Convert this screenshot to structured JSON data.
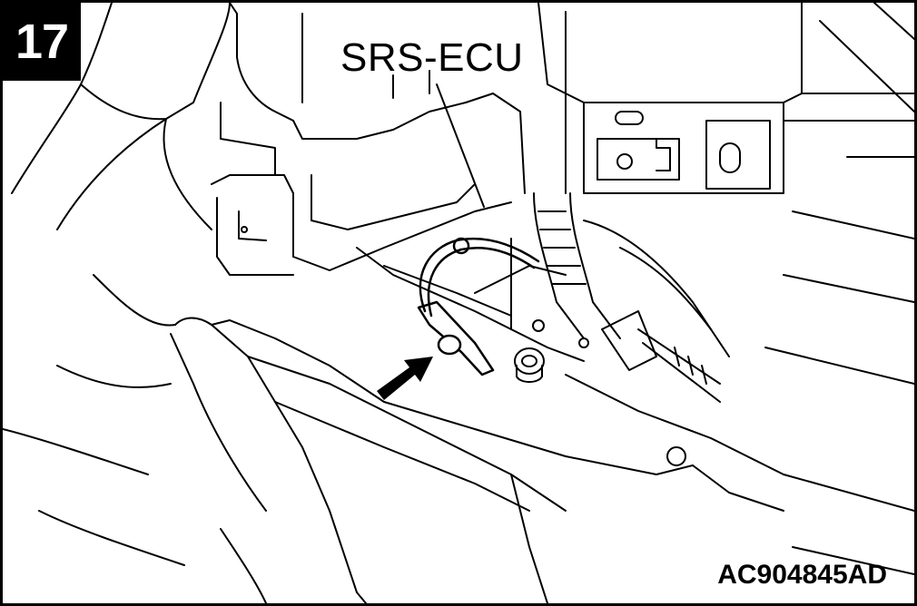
{
  "figure": {
    "step_number": "17",
    "callout_label": "SRS-ECU",
    "figure_code": "AC904845AD"
  }
}
